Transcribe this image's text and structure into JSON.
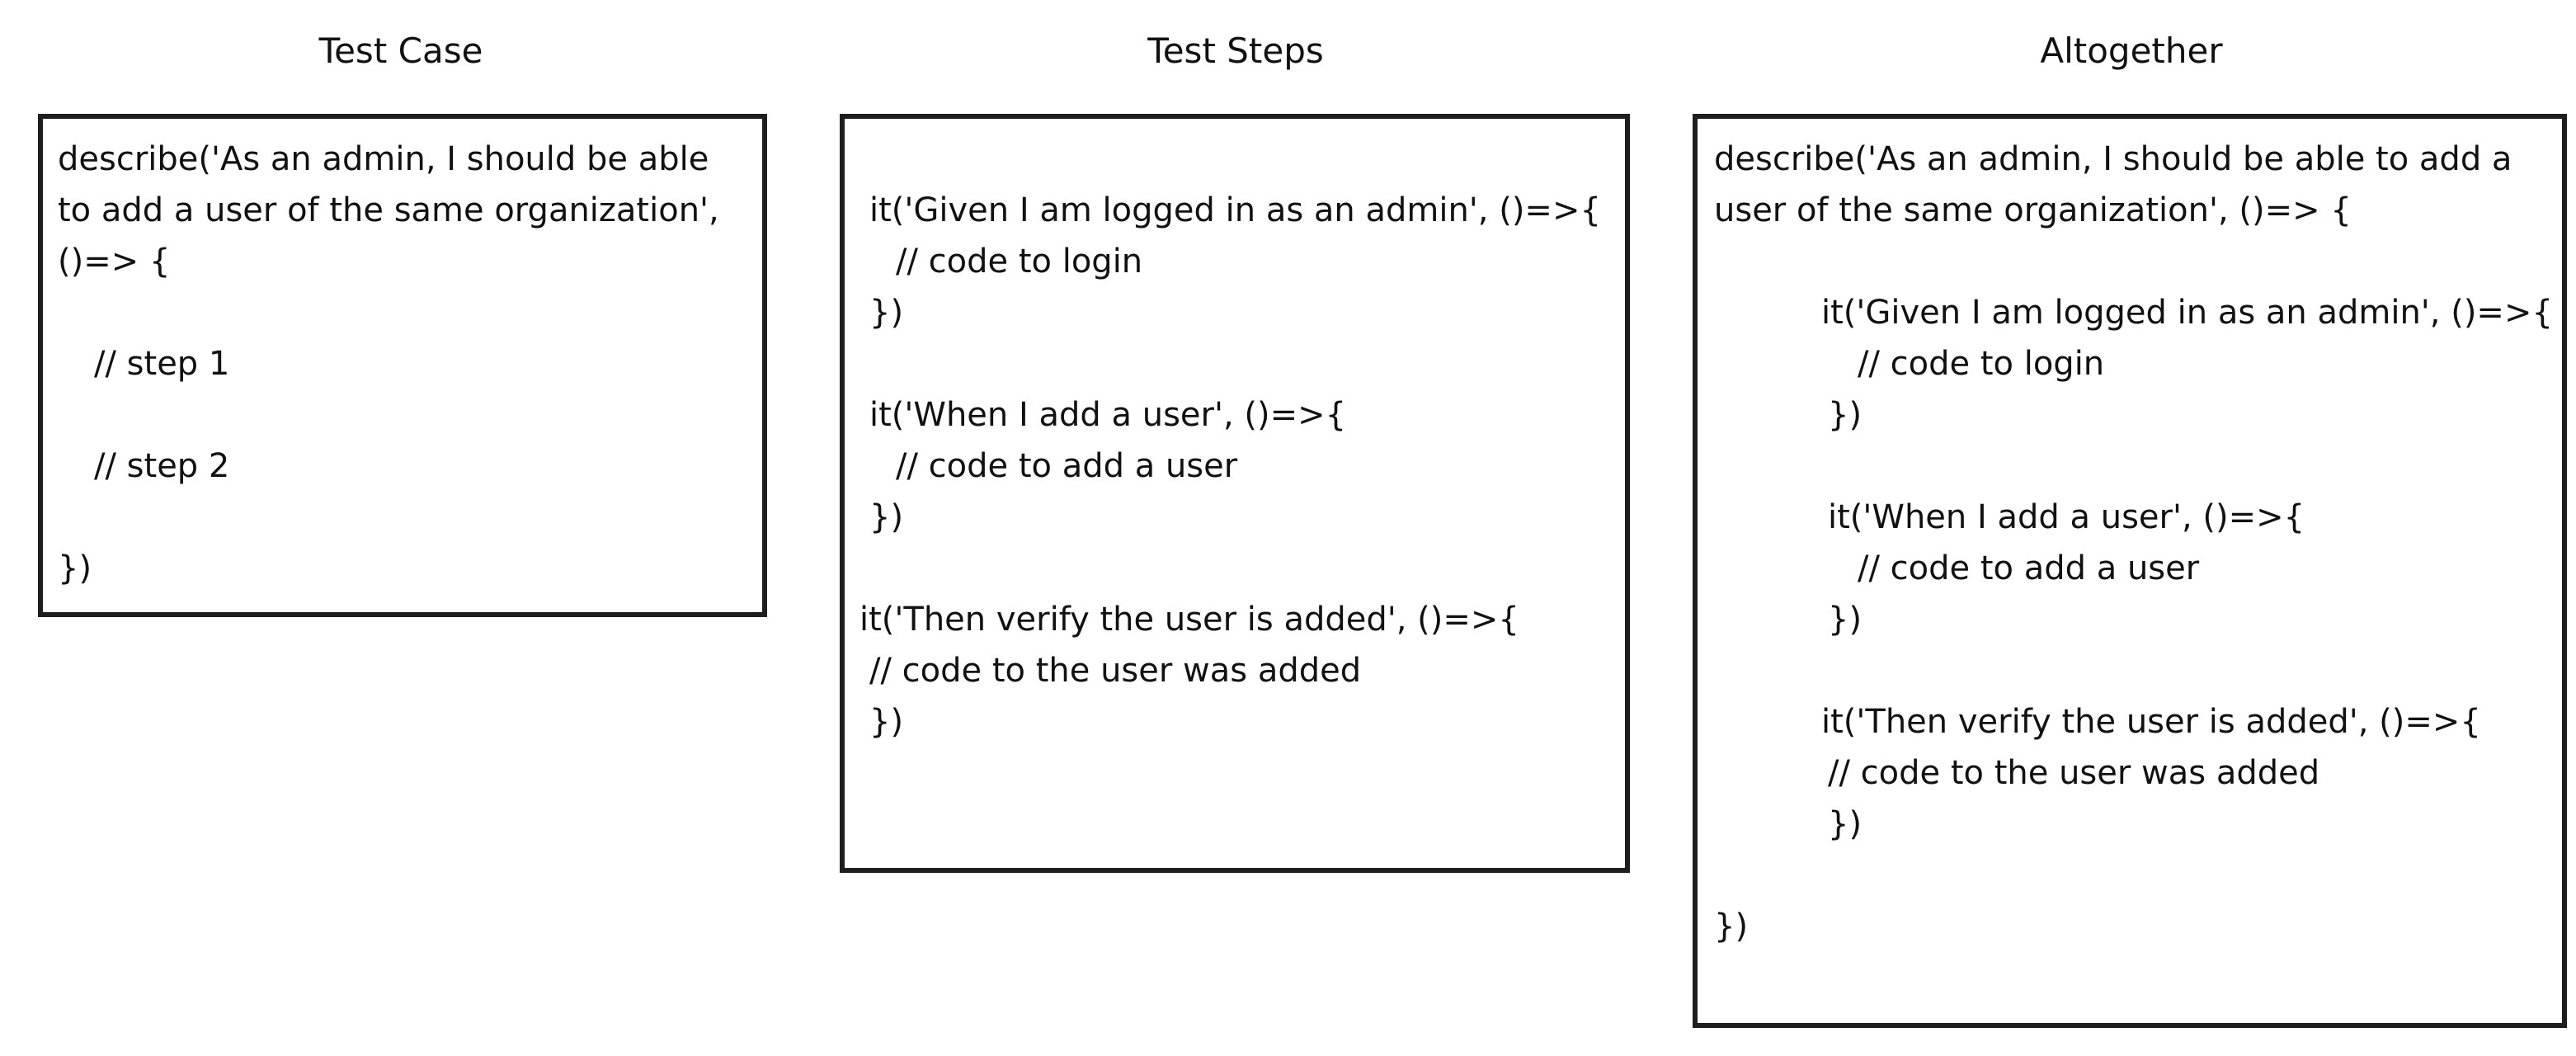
{
  "columns": {
    "test_case": {
      "title": "Test Case",
      "lines": [
        "describe('As an admin, I should be able",
        "to add a user of the same organization',",
        "()=> {",
        "// step 1",
        "// step 2",
        "})"
      ]
    },
    "test_steps": {
      "title": "Test Steps",
      "lines": [
        "it('Given I am logged in as an admin', ()=>{",
        "// code to login",
        "})",
        "it('When I add a user', ()=>{",
        "// code to add a user",
        "})",
        "it('Then verify the user is added', ()=>{",
        "// code to the user was added",
        "})"
      ]
    },
    "altogether": {
      "title": "Altogether",
      "lines": [
        "describe('As an admin, I should be able to add a",
        "user of the same organization', ()=> {",
        "it('Given I am logged in as an admin', ()=>{",
        "// code to login",
        "})",
        "it('When I add a user', ()=>{",
        "// code to add a user",
        "})",
        "it('Then verify the user is added', ()=>{",
        "// code to the user was added",
        "})",
        "})"
      ]
    }
  }
}
